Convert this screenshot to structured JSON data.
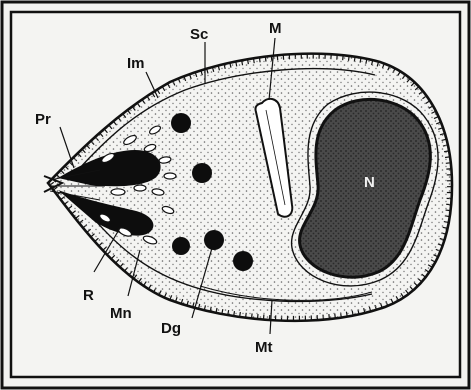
{
  "labels": {
    "sc": "Sc",
    "im": "Im",
    "m": "M",
    "pr": "Pr",
    "n": "N",
    "r": "R",
    "mn": "Mn",
    "dg": "Dg",
    "mt": "Mt"
  },
  "colors": {
    "ink": "#111111",
    "paper": "#f4f4f2",
    "cytoplasm_dots": "#555555",
    "nucleus": "#3a3a3a"
  }
}
